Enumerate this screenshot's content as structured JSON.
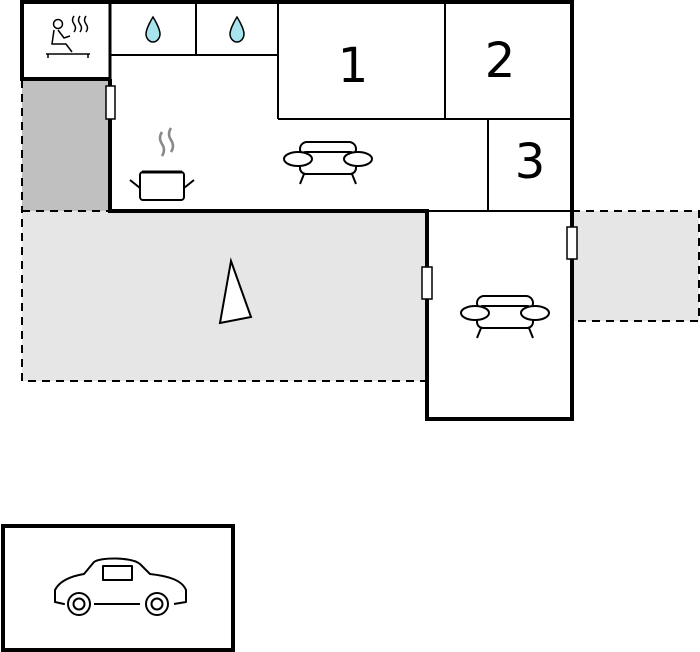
{
  "floorplan": {
    "rooms": [
      {
        "id": "bedroom-1",
        "label": "1"
      },
      {
        "id": "bedroom-2",
        "label": "2"
      },
      {
        "id": "bedroom-3",
        "label": "3"
      }
    ],
    "icons": [
      "sauna-icon",
      "water-drop-icon",
      "water-drop-icon",
      "cooking-pot-icon",
      "sofa-icon",
      "sofa-icon",
      "north-arrow-icon",
      "car-icon"
    ],
    "colors": {
      "wall": "#000000",
      "terrace": "#e6e6e6",
      "covered": "#c0c0c0",
      "water": "#a8e4ee",
      "steam": "#888888"
    }
  }
}
